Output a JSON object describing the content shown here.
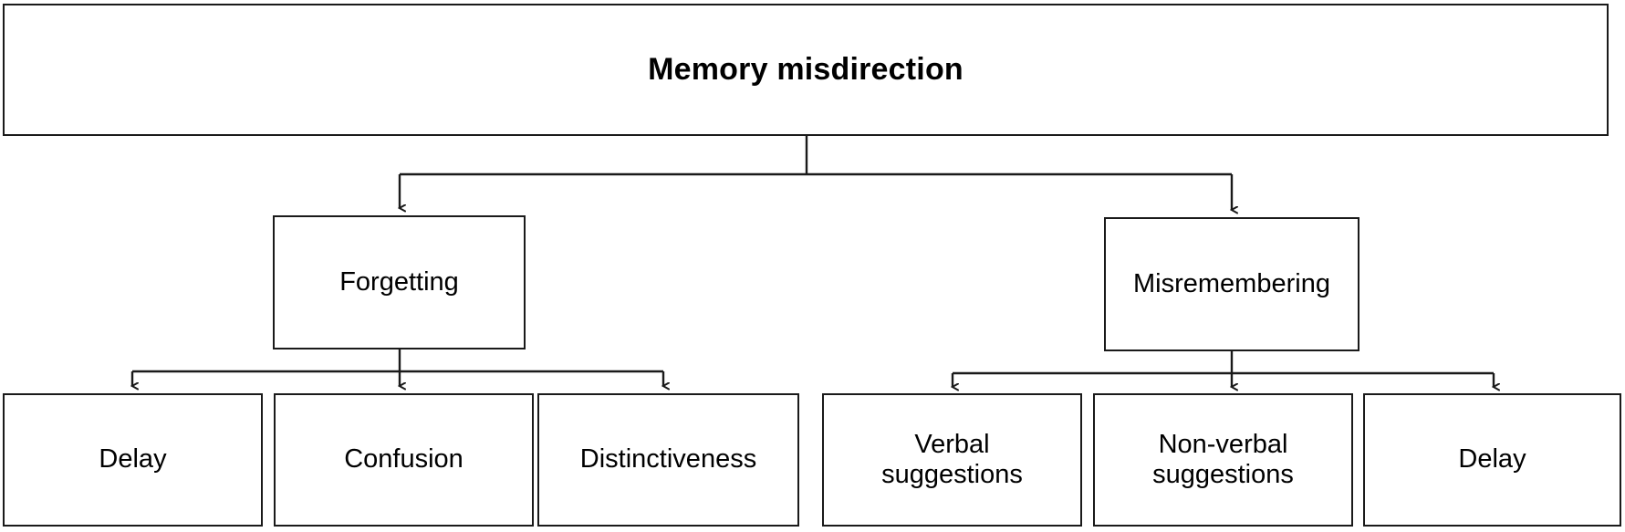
{
  "diagram": {
    "title": "Memory misdirection",
    "type": "hierarchy-tree",
    "orientation": "top-down",
    "line_color": "#1a1a1a",
    "box_fill": "#ffffff",
    "text_color": "#000000",
    "root": {
      "label": "Memory misdirection",
      "name": "memory-misdirection"
    },
    "branches": [
      {
        "name": "forgetting",
        "label": "Forgetting",
        "children": [
          {
            "name": "delay-left",
            "label": "Delay"
          },
          {
            "name": "confusion",
            "label": "Confusion"
          },
          {
            "name": "distinctiveness",
            "label": "Distinctiveness"
          }
        ]
      },
      {
        "name": "misremembering",
        "label": "Misremembering",
        "children": [
          {
            "name": "verbal-suggestions",
            "label": "Verbal\nsuggestions"
          },
          {
            "name": "non-verbal-suggestions",
            "label": "Non-verbal\nsuggestions"
          },
          {
            "name": "delay-right",
            "label": "Delay"
          }
        ]
      }
    ]
  }
}
